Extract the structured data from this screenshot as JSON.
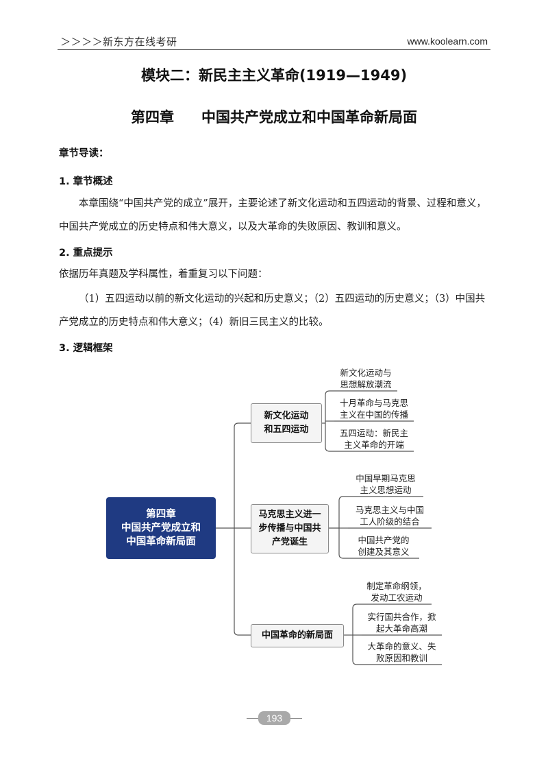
{
  "header": {
    "left": "＞＞＞＞新东方在线考研",
    "right": "www.koolearn.com"
  },
  "module_title": "模块二：新民主主义革命(1919—1949)",
  "chapter_title": {
    "chapter": "第四章",
    "name": "中国共产党成立和中国革命新局面"
  },
  "guide_heading": "章节导读：",
  "sections": {
    "overview_heading": "1. 章节概述",
    "overview_text": "本章围绕“中国共产党的成立”展开，主要论述了新文化运动和五四运动的背景、过程和意义，中国共产党成立的历史特点和伟大意义，以及大革命的失败原因、教训和意义。",
    "focus_heading": "2. 重点提示",
    "focus_intro": "依据历年真题及学科属性，着重复习以下问题：",
    "focus_text": "（1）五四运动以前的新文化运动的兴起和历史意义；（2）五四运动的历史意义；（3）中国共产党成立的历史特点和伟大意义；（4）新旧三民主义的比较。",
    "framework_heading": "3. 逻辑框架"
  },
  "mindmap": {
    "root": [
      "第四章",
      "中国共产党成立和",
      "中国革命新局面"
    ],
    "branches": [
      {
        "label": [
          "新文化运动",
          "和五四运动"
        ],
        "leaves": [
          "新文化运动与\n思想解放潮流",
          "十月革命与马克思\n主义在中国的传播",
          "五四运动：新民主\n主义革命的开端"
        ]
      },
      {
        "label": [
          "马克思主义进一",
          "步传播与中国共",
          "产党诞生"
        ],
        "leaves": [
          "中国早期马克思\n主义思想运动",
          "马克思主义与中国\n工人阶级的结合",
          "中国共产党的\n创建及其意义"
        ]
      },
      {
        "label": [
          "中国革命的新局面"
        ],
        "leaves": [
          "制定革命纲领，\n发动工农运动",
          "实行国共合作，掀\n起大革命高潮",
          "大革命的意义、失\n败原因和教训"
        ]
      }
    ]
  },
  "page_number": "193"
}
